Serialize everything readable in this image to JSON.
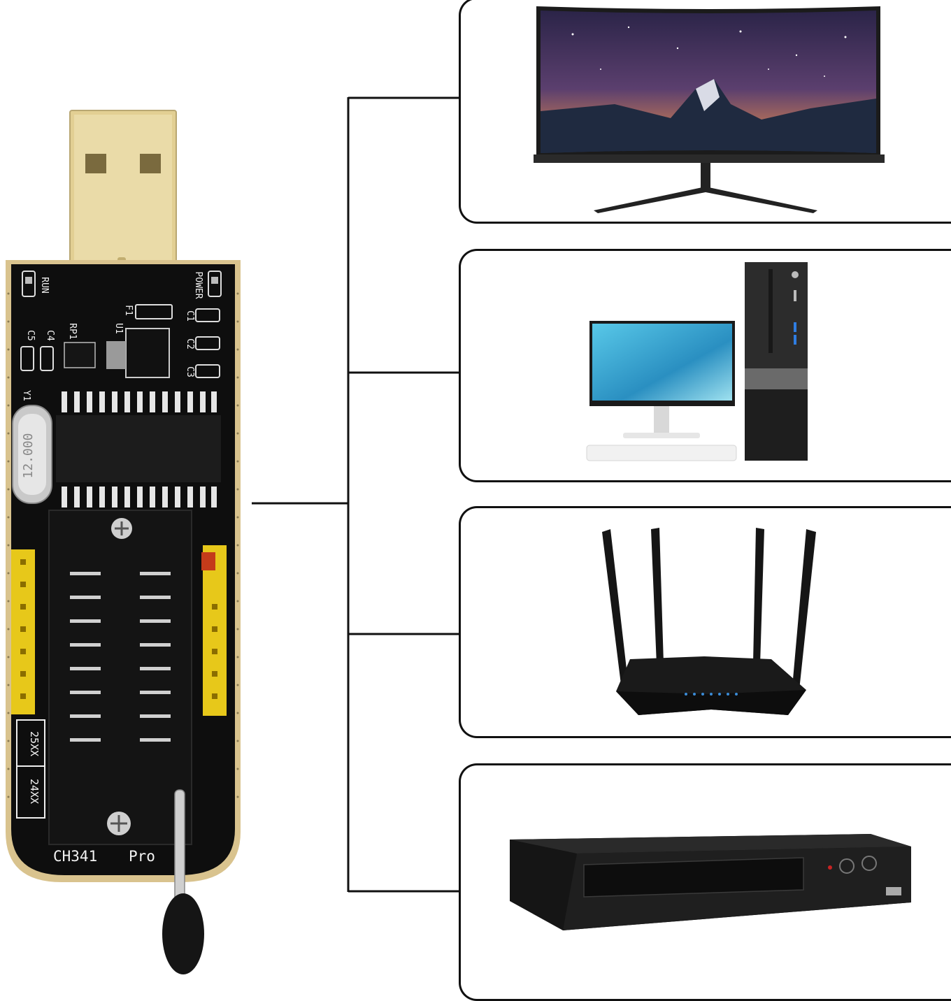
{
  "programmer": {
    "model_label": "CH341",
    "variant_label": "Pro",
    "crystal_label": "12.000",
    "socket_label_25": "25XX",
    "socket_label_24": "24XX",
    "silkscreen": {
      "run": "RUN",
      "power": "POWER",
      "y1": "Y1",
      "c1": "C1",
      "c2": "C2",
      "c3": "C3",
      "c4": "C4",
      "c5": "C5",
      "u1": "U1",
      "f1": "F1",
      "rp1": "RP1"
    }
  },
  "devices": [
    {
      "name": "monitor-panel"
    },
    {
      "name": "desktop-computer-panel"
    },
    {
      "name": "router-panel"
    },
    {
      "name": "set-top-box-panel"
    }
  ],
  "colors": {
    "pcb": "#0e0e0e",
    "gold": "#d9c38e",
    "header": "#e7c81a",
    "line": "#111111"
  }
}
